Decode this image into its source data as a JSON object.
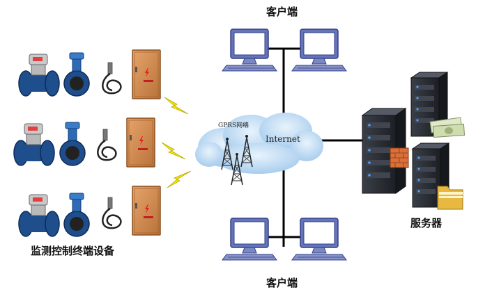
{
  "labels": {
    "clients_top": "客户端",
    "clients_bottom": "客户端",
    "devices": "监测控制终端设备",
    "servers": "服务器",
    "gprs": "GPRS网络",
    "internet": "Internet"
  },
  "colors": {
    "meter_blue": "#1f4e8c",
    "cabinet_orange": "#d08a4a",
    "cloud_blue": "#bcd9f2",
    "lightning_yellow": "#f2e600",
    "server_dark": "#2b2f36",
    "monitor_frame": "#4d5ea8",
    "line_black": "#000000"
  }
}
